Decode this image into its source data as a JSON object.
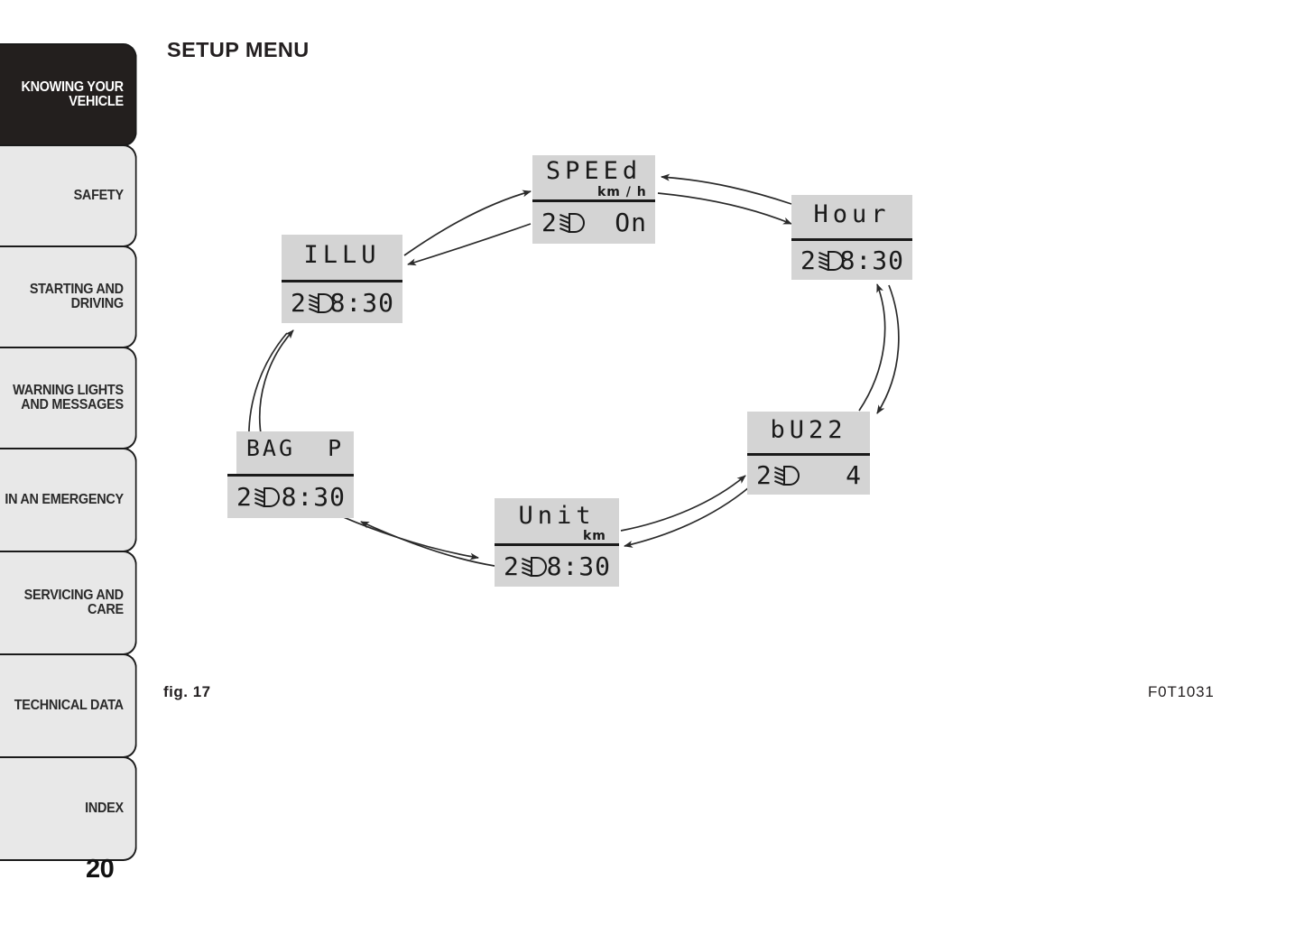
{
  "page": {
    "heading": "SETUP MENU",
    "number": "20",
    "figure_caption": "fig. 17",
    "figure_code": "F0T1031"
  },
  "sidebar": {
    "items": [
      {
        "label": "KNOWING YOUR\nVEHICLE",
        "active": true
      },
      {
        "label": "SAFETY",
        "active": false
      },
      {
        "label": "STARTING AND\nDRIVING",
        "active": false
      },
      {
        "label": "WARNING LIGHTS\nAND MESSAGES",
        "active": false
      },
      {
        "label": "IN AN EMERGENCY",
        "active": false
      },
      {
        "label": "SERVICING AND\nCARE",
        "active": false
      },
      {
        "label": "TECHNICAL DATA",
        "active": false
      },
      {
        "label": "INDEX",
        "active": false
      }
    ]
  },
  "diagram": {
    "type": "cycle-diagram",
    "description": "Setup menu navigation loop between six instrument-cluster LCD screens, connected by pairs of bidirectional curved arrows.",
    "colors": {
      "lcd_background": "#d4d4d4",
      "lcd_text": "#1a1a1a",
      "active_tab": "#231f1e",
      "tab_background": "#e8e8e8"
    },
    "screens": [
      {
        "id": "speed",
        "title": "SPEEd",
        "unit": "km / h",
        "odometer": "2",
        "icon": "headlight-icon",
        "value": "On"
      },
      {
        "id": "hour",
        "title": "Hour",
        "unit": "",
        "odometer": "2",
        "icon": "headlight-icon",
        "value": "8:30"
      },
      {
        "id": "buzz",
        "title": "bU22",
        "unit": "",
        "odometer": "2",
        "icon": "headlight-icon",
        "value": "4"
      },
      {
        "id": "unit",
        "title": "Unit",
        "unit": "km",
        "odometer": "2",
        "icon": "headlight-icon",
        "value": "8:30"
      },
      {
        "id": "bagp",
        "title": "BAG  P",
        "unit": "",
        "odometer": "2",
        "icon": "headlight-icon",
        "value": "8:30"
      },
      {
        "id": "illu",
        "title": "ILLU",
        "unit": "",
        "odometer": "2",
        "icon": "headlight-icon",
        "value": "8:30"
      }
    ],
    "connections": [
      {
        "from": "illu",
        "to": "speed",
        "bidirectional": true
      },
      {
        "from": "speed",
        "to": "hour",
        "bidirectional": true
      },
      {
        "from": "hour",
        "to": "buzz",
        "bidirectional": true
      },
      {
        "from": "buzz",
        "to": "unit",
        "bidirectional": true
      },
      {
        "from": "unit",
        "to": "bagp",
        "bidirectional": true
      },
      {
        "from": "bagp",
        "to": "illu",
        "bidirectional": true
      }
    ]
  }
}
